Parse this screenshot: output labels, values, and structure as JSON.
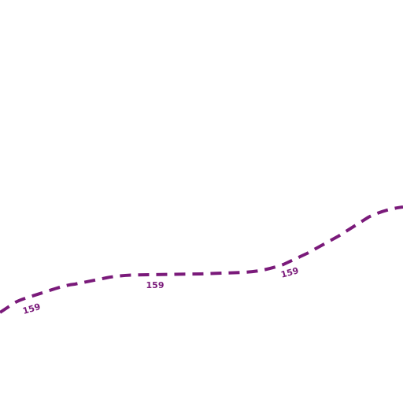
{
  "map": {
    "background_color": "#ffffff",
    "route": {
      "ref": "159",
      "color": "#7a1a7a",
      "line_style": "dashed",
      "labels": [
        "159",
        "159",
        "159"
      ]
    }
  }
}
